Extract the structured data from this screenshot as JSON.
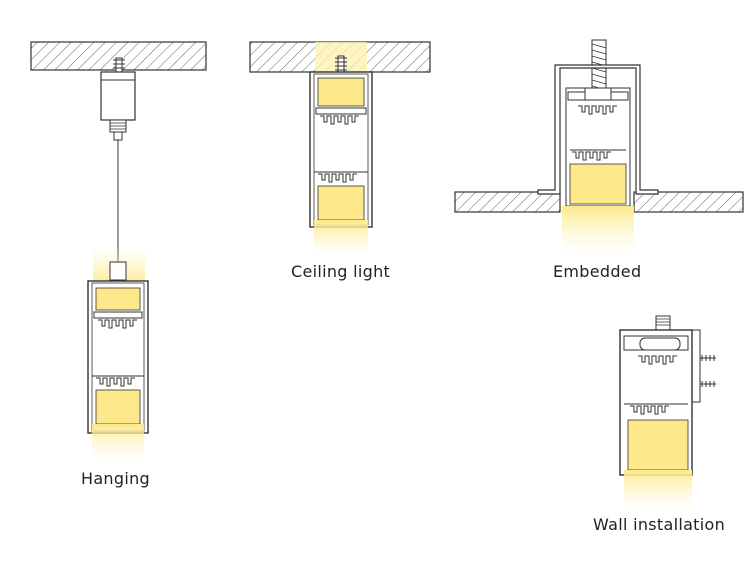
{
  "diagram": {
    "labels": {
      "hanging": "Hanging",
      "ceiling": "Ceiling light",
      "embedded": "Embedded",
      "wall": "Wall installation"
    },
    "colors": {
      "line": "#333333",
      "hatch": "#555555",
      "slab_fill": "#f2f2f2",
      "light": "#fff3b0",
      "light_core": "#fde98a"
    }
  }
}
